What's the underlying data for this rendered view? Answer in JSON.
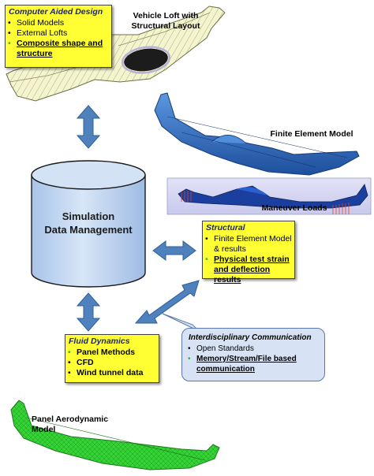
{
  "cad": {
    "title": "Computer Aided Design",
    "items": [
      "Solid Models",
      "External Lofts",
      "Composite shape and structure"
    ]
  },
  "vehicle_loft_label": "Vehicle Loft with Structural Layout",
  "finite_element_label": "Finite Element Model",
  "maneuver_loads_label": "Maneuver Loads",
  "database": {
    "line1": "Simulation",
    "line2": "Data Management"
  },
  "structural": {
    "title": "Structural",
    "items": [
      "Finite Element Model & results",
      "Physical test strain and deflection results"
    ]
  },
  "fluid": {
    "title": "Fluid Dynamics",
    "items": [
      "Panel Methods",
      "CFD",
      "Wind tunnel data"
    ]
  },
  "comm": {
    "title": "Interdisciplinary Communication",
    "items": [
      "Open Standards",
      "Memory/Stream/File based communication"
    ]
  },
  "panel_aero_label": "Panel Aerodynamic Model",
  "colors": {
    "box_yellow": "#ffff33",
    "arrow_blue": "#4f81bd",
    "cylinder_fill": "#c6d9f1",
    "bullet_green": "#2eb82e",
    "fe_model_blue": "#2d6fc4",
    "aero_green": "#33cc33",
    "bubble_blue": "#d7e3f4"
  }
}
